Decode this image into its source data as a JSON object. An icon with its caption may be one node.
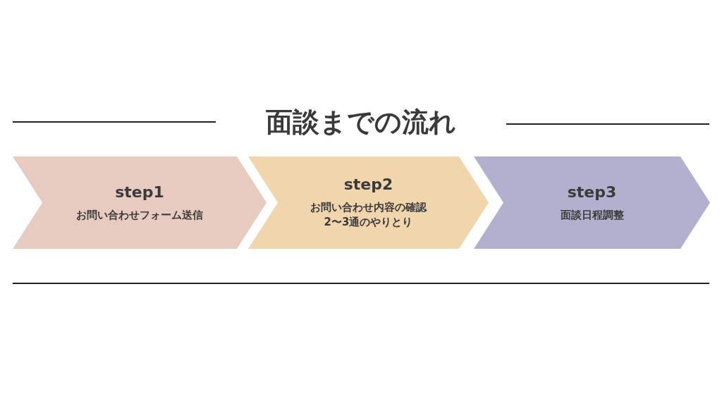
{
  "diagram": {
    "title": "面談までの流れ",
    "nodes": [
      {
        "text": [
          "step1",
          "お問い合わせフォーム送信"
        ]
      },
      {
        "text": [
          "step2",
          "お問い合わせ内容の確認",
          "2〜3通のやりとり"
        ]
      },
      {
        "text": [
          "step3",
          "面談日程調整"
        ]
      }
    ]
  }
}
